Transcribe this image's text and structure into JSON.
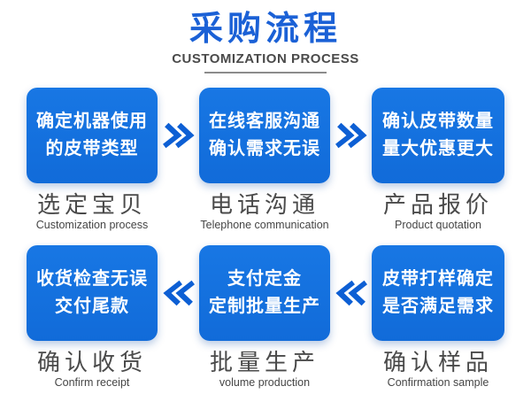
{
  "header": {
    "title": "采购流程",
    "subtitle": "CUSTOMIZATION PROCESS"
  },
  "steps": [
    {
      "box_lines": [
        "确定机器使用",
        "的皮带类型"
      ],
      "label": "选定宝贝",
      "caption": "Customization process"
    },
    {
      "box_lines": [
        "在线客服沟通",
        "确认需求无误"
      ],
      "label": "电话沟通",
      "caption": "Telephone communication"
    },
    {
      "box_lines": [
        "确认皮带数量",
        "量大优惠更大"
      ],
      "label": "产品报价",
      "caption": "Product quotation"
    },
    {
      "box_lines": [
        "收货检查无误",
        "交付尾款"
      ],
      "label": "确认收货",
      "caption": "Confirm receipt"
    },
    {
      "box_lines": [
        "支付定金",
        "定制批量生产"
      ],
      "label": "批量生产",
      "caption": "volume production"
    },
    {
      "box_lines": [
        "皮带打样确定",
        "是否满足需求"
      ],
      "label": "确认样品",
      "caption": "Confirmation sample"
    }
  ],
  "colors": {
    "title_blue": "#1b61d6",
    "box_blue": "#116bd9",
    "box_blue_light": "#1877e4",
    "arrow_blue": "#0d5fd4",
    "label_gray": "#4a4a4a"
  }
}
